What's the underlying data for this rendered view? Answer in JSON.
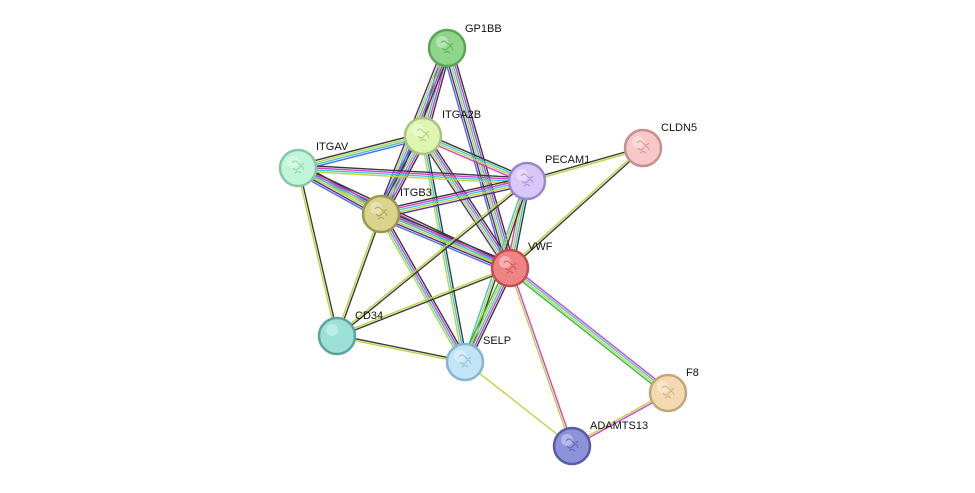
{
  "network": {
    "nodes": [
      {
        "id": "GP1BB",
        "label": "GP1BB",
        "color": "#8fd68a",
        "stroke": "#5aa658"
      },
      {
        "id": "ITGA2B",
        "label": "ITGA2B",
        "color": "#dff5b2",
        "stroke": "#a9c47c"
      },
      {
        "id": "ITGAV",
        "label": "ITGAV",
        "color": "#bff5d8",
        "stroke": "#86c7a4"
      },
      {
        "id": "ITGB3",
        "label": "ITGB3",
        "color": "#d9d38d",
        "stroke": "#9c964f"
      },
      {
        "id": "PECAM1",
        "label": "PECAM1",
        "color": "#d8c7f7",
        "stroke": "#9b85cf"
      },
      {
        "id": "CLDN5",
        "label": "CLDN5",
        "color": "#f6c8c8",
        "stroke": "#c88f8f"
      },
      {
        "id": "VWF",
        "label": "VWF",
        "color": "#f08484",
        "stroke": "#c44e4e"
      },
      {
        "id": "CD34",
        "label": "CD34",
        "color": "#9de0d8",
        "stroke": "#5da59b"
      },
      {
        "id": "SELP",
        "label": "SELP",
        "color": "#c3e4f7",
        "stroke": "#86b5d1"
      },
      {
        "id": "F8",
        "label": "F8",
        "color": "#f3d9b1",
        "stroke": "#c4a677"
      },
      {
        "id": "ADAMTS13",
        "label": "ADAMTS13",
        "color": "#8d93d9",
        "stroke": "#555ba6"
      }
    ],
    "edge_colors": {
      "black": "#3a3a3a",
      "yellow_green": "#bcd53c",
      "magenta": "#d43ed4",
      "cyan": "#3fc6d6",
      "blue": "#4d6fe8",
      "purple": "#5a2a8a",
      "green": "#39b54a"
    },
    "edges": [
      {
        "a": "GP1BB",
        "b": "ITGA2B",
        "types": [
          "black",
          "magenta",
          "cyan",
          "yellow_green",
          "purple"
        ]
      },
      {
        "a": "GP1BB",
        "b": "ITGB3",
        "types": [
          "black",
          "magenta",
          "cyan",
          "yellow_green",
          "purple"
        ]
      },
      {
        "a": "GP1BB",
        "b": "VWF",
        "types": [
          "black",
          "magenta",
          "cyan",
          "yellow_green",
          "purple",
          "blue"
        ]
      },
      {
        "a": "ITGA2B",
        "b": "ITGAV",
        "types": [
          "blue",
          "cyan",
          "yellow_green",
          "black"
        ]
      },
      {
        "a": "ITGA2B",
        "b": "ITGB3",
        "types": [
          "black",
          "magenta",
          "cyan",
          "yellow_green",
          "purple",
          "blue"
        ]
      },
      {
        "a": "ITGA2B",
        "b": "PECAM1",
        "types": [
          "black",
          "cyan",
          "yellow_green",
          "magenta"
        ]
      },
      {
        "a": "ITGA2B",
        "b": "VWF",
        "types": [
          "black",
          "magenta",
          "cyan",
          "yellow_green",
          "purple"
        ]
      },
      {
        "a": "ITGA2B",
        "b": "SELP",
        "types": [
          "black",
          "cyan",
          "yellow_green"
        ]
      },
      {
        "a": "ITGAV",
        "b": "ITGB3",
        "types": [
          "black",
          "magenta",
          "cyan",
          "yellow_green",
          "purple",
          "blue"
        ]
      },
      {
        "a": "ITGAV",
        "b": "PECAM1",
        "types": [
          "black",
          "magenta",
          "cyan",
          "yellow_green"
        ]
      },
      {
        "a": "ITGAV",
        "b": "VWF",
        "types": [
          "black",
          "magenta",
          "cyan",
          "yellow_green"
        ]
      },
      {
        "a": "ITGAV",
        "b": "CD34",
        "types": [
          "black",
          "yellow_green"
        ]
      },
      {
        "a": "ITGB3",
        "b": "PECAM1",
        "types": [
          "black",
          "magenta",
          "cyan",
          "yellow_green",
          "purple"
        ]
      },
      {
        "a": "ITGB3",
        "b": "VWF",
        "types": [
          "black",
          "magenta",
          "cyan",
          "yellow_green",
          "purple",
          "blue"
        ]
      },
      {
        "a": "ITGB3",
        "b": "CD34",
        "types": [
          "black",
          "yellow_green"
        ]
      },
      {
        "a": "ITGB3",
        "b": "SELP",
        "types": [
          "black",
          "magenta",
          "cyan",
          "yellow_green"
        ]
      },
      {
        "a": "PECAM1",
        "b": "CLDN5",
        "types": [
          "black",
          "yellow_green"
        ]
      },
      {
        "a": "PECAM1",
        "b": "VWF",
        "types": [
          "black",
          "cyan",
          "yellow_green",
          "magenta"
        ]
      },
      {
        "a": "PECAM1",
        "b": "CD34",
        "types": [
          "black",
          "yellow_green"
        ]
      },
      {
        "a": "PECAM1",
        "b": "SELP",
        "types": [
          "black",
          "yellow_green",
          "cyan"
        ]
      },
      {
        "a": "CLDN5",
        "b": "VWF",
        "types": [
          "black",
          "yellow_green"
        ]
      },
      {
        "a": "VWF",
        "b": "CD34",
        "types": [
          "black",
          "yellow_green"
        ]
      },
      {
        "a": "VWF",
        "b": "SELP",
        "types": [
          "black",
          "magenta",
          "cyan",
          "yellow_green",
          "green"
        ]
      },
      {
        "a": "VWF",
        "b": "F8",
        "types": [
          "magenta",
          "cyan",
          "yellow_green",
          "green"
        ]
      },
      {
        "a": "VWF",
        "b": "ADAMTS13",
        "types": [
          "magenta",
          "yellow_green"
        ]
      },
      {
        "a": "CD34",
        "b": "SELP",
        "types": [
          "black",
          "yellow_green"
        ]
      },
      {
        "a": "SELP",
        "b": "ADAMTS13",
        "types": [
          "yellow_green"
        ]
      },
      {
        "a": "F8",
        "b": "ADAMTS13",
        "types": [
          "magenta",
          "yellow_green"
        ]
      }
    ]
  }
}
